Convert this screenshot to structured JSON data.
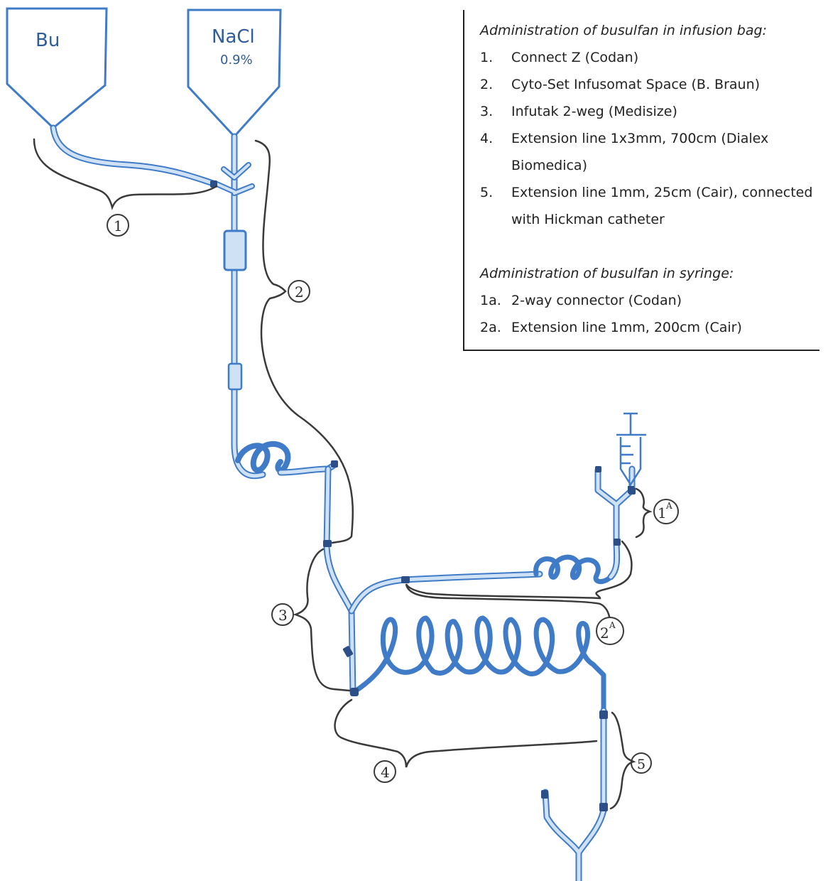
{
  "bags": [
    {
      "label": "Bu",
      "sublabel": ""
    },
    {
      "label": "NaCl",
      "sublabel": "0.9%"
    }
  ],
  "callouts": [
    {
      "label": "1",
      "sup": ""
    },
    {
      "label": "2",
      "sup": ""
    },
    {
      "label": "3",
      "sup": ""
    },
    {
      "label": "4",
      "sup": ""
    },
    {
      "label": "5",
      "sup": ""
    },
    {
      "label": "1",
      "sup": "A"
    },
    {
      "label": "2",
      "sup": "A"
    }
  ],
  "legend": {
    "bag_title": "Administration of busulfan in infusion bag:",
    "bag_items": [
      {
        "num": "1.",
        "text": "Connect Z (Codan)"
      },
      {
        "num": "2.",
        "text": "Cyto-Set Infusomat Space (B. Braun)"
      },
      {
        "num": "3.",
        "text": "Infutak 2-weg (Medisize)"
      },
      {
        "num": "4.",
        "text": "Extension line 1x3mm, 700cm (Dialex Biomedica)"
      },
      {
        "num": "5.",
        "text": "Extension line 1mm, 25cm (Cair), connected with Hickman catheter"
      }
    ],
    "syringe_title": "Administration of busulfan in syringe:",
    "syringe_items": [
      {
        "num": "1a.",
        "text": "2-way connector (Codan)"
      },
      {
        "num": "2a.",
        "text": "Extension line 1mm, 200cm (Cair)"
      }
    ]
  },
  "colors": {
    "tube": "#3f7bc7",
    "tube_fill": "#cfe1f5",
    "connector": "#2b4f86",
    "ink": "#2a2a2a"
  }
}
